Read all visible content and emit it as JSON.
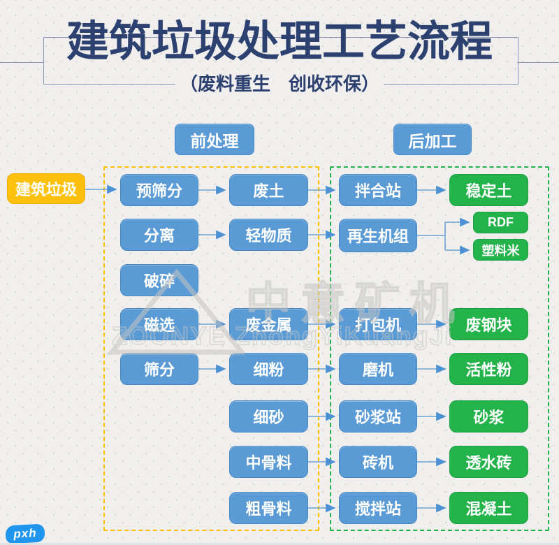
{
  "header": {
    "title": "建筑垃圾处理工艺流程",
    "subtitle": "（废料重生　创收环保）"
  },
  "sections": {
    "pre": {
      "label": "前处理"
    },
    "post": {
      "label": "后加工"
    }
  },
  "nodes": {
    "construction_waste": {
      "label": "建筑垃圾",
      "type": "source"
    },
    "pre_screening": {
      "label": "预筛分",
      "type": "process"
    },
    "separation": {
      "label": "分离",
      "type": "process"
    },
    "crushing": {
      "label": "破碎",
      "type": "process"
    },
    "magnetic_separation": {
      "label": "磁选",
      "type": "process"
    },
    "screening": {
      "label": "筛分",
      "type": "process"
    },
    "waste_soil": {
      "label": "废土",
      "type": "process"
    },
    "light_material": {
      "label": "轻物质",
      "type": "process"
    },
    "scrap_metal": {
      "label": "废金属",
      "type": "process"
    },
    "fine_powder": {
      "label": "细粉",
      "type": "process"
    },
    "fine_sand": {
      "label": "细砂",
      "type": "process"
    },
    "medium_aggregate": {
      "label": "中骨料",
      "type": "process"
    },
    "coarse_aggregate": {
      "label": "粗骨料",
      "type": "process"
    },
    "mixing_station": {
      "label": "拌合站",
      "type": "process"
    },
    "recycling_unit": {
      "label": "再生机组",
      "type": "process"
    },
    "baler": {
      "label": "打包机",
      "type": "process"
    },
    "mill": {
      "label": "磨机",
      "type": "process"
    },
    "mortar_station": {
      "label": "砂浆站",
      "type": "process"
    },
    "brick_machine": {
      "label": "砖机",
      "type": "process"
    },
    "batching_station": {
      "label": "搅拌站",
      "type": "process"
    },
    "stabilized_soil": {
      "label": "稳定土",
      "type": "product"
    },
    "rdf": {
      "label": "RDF",
      "type": "product"
    },
    "plastic_pellets": {
      "label": "塑料米",
      "type": "product"
    },
    "scrap_steel_block": {
      "label": "废钢块",
      "type": "product"
    },
    "active_powder": {
      "label": "活性粉",
      "type": "product"
    },
    "mortar": {
      "label": "砂浆",
      "type": "product"
    },
    "permeable_brick": {
      "label": "透水砖",
      "type": "product"
    },
    "concrete": {
      "label": "混凝土",
      "type": "product"
    }
  },
  "edges": [
    {
      "from": "建筑垃圾",
      "to": "预筛分"
    },
    {
      "from": "预筛分",
      "to": "废土"
    },
    {
      "from": "废土",
      "to": "拌合站"
    },
    {
      "from": "拌合站",
      "to": "稳定土"
    },
    {
      "from": "分离",
      "to": "轻物质"
    },
    {
      "from": "轻物质",
      "to": "再生机组"
    },
    {
      "from": "再生机组",
      "to": "RDF"
    },
    {
      "from": "再生机组",
      "to": "塑料米"
    },
    {
      "from": "磁选",
      "to": "废金属"
    },
    {
      "from": "废金属",
      "to": "打包机"
    },
    {
      "from": "打包机",
      "to": "废钢块"
    },
    {
      "from": "筛分",
      "to": "细粉"
    },
    {
      "from": "细粉",
      "to": "磨机"
    },
    {
      "from": "磨机",
      "to": "活性粉"
    },
    {
      "from": "细砂",
      "to": "砂浆站"
    },
    {
      "from": "砂浆站",
      "to": "砂浆"
    },
    {
      "from": "中骨料",
      "to": "砖机"
    },
    {
      "from": "砖机",
      "to": "透水砖"
    },
    {
      "from": "粗骨料",
      "to": "搅拌站"
    },
    {
      "from": "搅拌站",
      "to": "混凝土"
    }
  ],
  "watermark": {
    "cn": "中意矿机",
    "en": "ZOONYE ZhongYiKuangJi"
  },
  "logo": {
    "label": "pxh"
  },
  "colors": {
    "title_navy": "#2c4170",
    "process_blue": "#5b9bd5",
    "product_green": "#24b24b",
    "source_yellow": "#fcc00d",
    "boundary_yellow_dashed": "#fcbf00",
    "boundary_green_dashed": "#21b14c",
    "arrow_blue": "#4b91d3",
    "background": "#f0efed",
    "watermark_gray": "#c6c5c2"
  }
}
